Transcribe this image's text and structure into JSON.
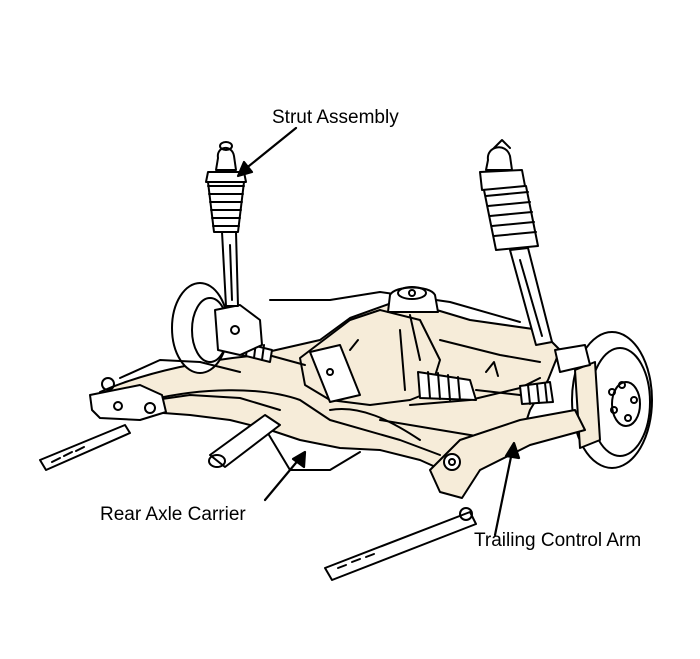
{
  "labels": {
    "strut_assembly": "Strut Assembly",
    "rear_axle_carrier": "Rear Axle Carrier",
    "trailing_control_arm": "Trailing Control Arm"
  },
  "colors": {
    "ink": "#000000",
    "paper": "#ffffff",
    "shade": "#f6ecd9"
  }
}
